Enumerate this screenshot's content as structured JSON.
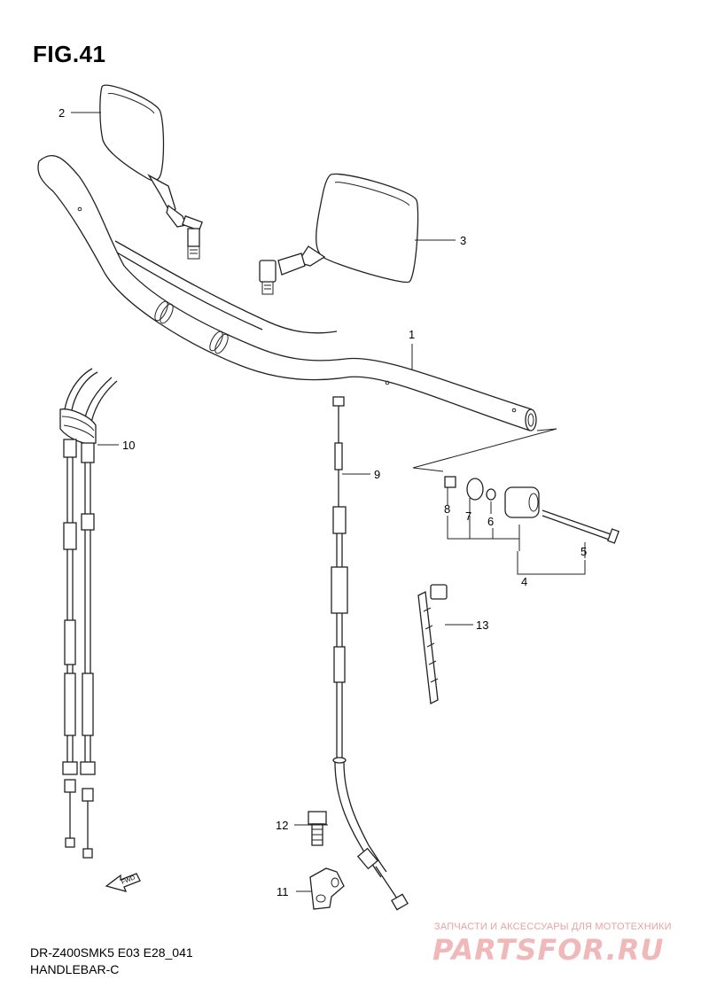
{
  "figure": {
    "title": "FIG.41"
  },
  "callouts": [
    {
      "id": "1",
      "label": "1"
    },
    {
      "id": "2",
      "label": "2"
    },
    {
      "id": "3",
      "label": "3"
    },
    {
      "id": "4",
      "label": "4"
    },
    {
      "id": "5",
      "label": "5"
    },
    {
      "id": "6",
      "label": "6"
    },
    {
      "id": "7",
      "label": "7"
    },
    {
      "id": "8",
      "label": "8"
    },
    {
      "id": "9",
      "label": "9"
    },
    {
      "id": "10",
      "label": "10"
    },
    {
      "id": "11",
      "label": "11"
    },
    {
      "id": "12",
      "label": "12"
    },
    {
      "id": "13",
      "label": "13"
    }
  ],
  "direction_arrow": {
    "label": "FWD"
  },
  "footer": {
    "model_code": "DR-Z400SMK5 E03 E28_041",
    "section_name": "HANDLEBAR-C"
  },
  "watermark": {
    "tagline": "ЗАПЧАСТИ И АКСЕССУАРЫ ДЛЯ МОТОТЕХНИКИ",
    "logo": "PARTSFOR.RU",
    "color": "#e7a3a3"
  }
}
